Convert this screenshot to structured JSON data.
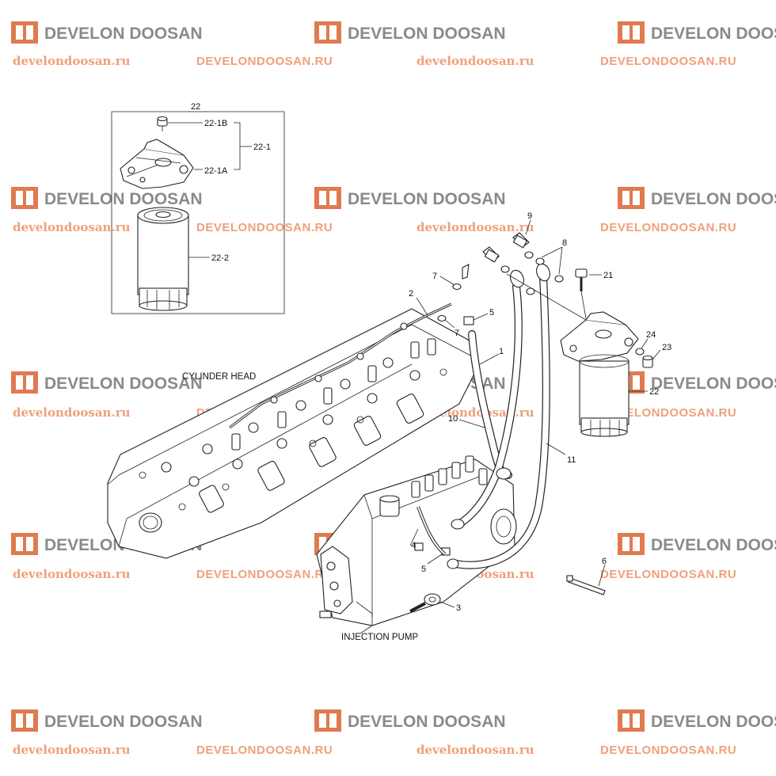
{
  "watermark": {
    "brand": "DEVELON DOOSAN",
    "url_lower": "develondoosan.ru",
    "url_upper": "DEVELONDOOSAN.RU",
    "logo_color": "#e07a50",
    "brand_color": "#8a8a8a",
    "url_color": "#f0a07a"
  },
  "captions": {
    "cylinder_head": "CYLINDER HEAD",
    "injection_pump": "INJECTION PUMP"
  },
  "callouts": {
    "c22_top": "22",
    "c22_1B": "22-1B",
    "c22_1": "22-1",
    "c22_1A": "22-1A",
    "c22_2": "22-2",
    "c9": "9",
    "c8": "8",
    "c21": "21",
    "c7a": "7",
    "c2": "2",
    "c5a": "5",
    "c7b": "7",
    "c1": "1",
    "c24": "24",
    "c23": "23",
    "c22": "22",
    "c10": "10",
    "c11": "11",
    "c4": "4",
    "c5b": "5",
    "c6": "6",
    "c3": "3"
  }
}
